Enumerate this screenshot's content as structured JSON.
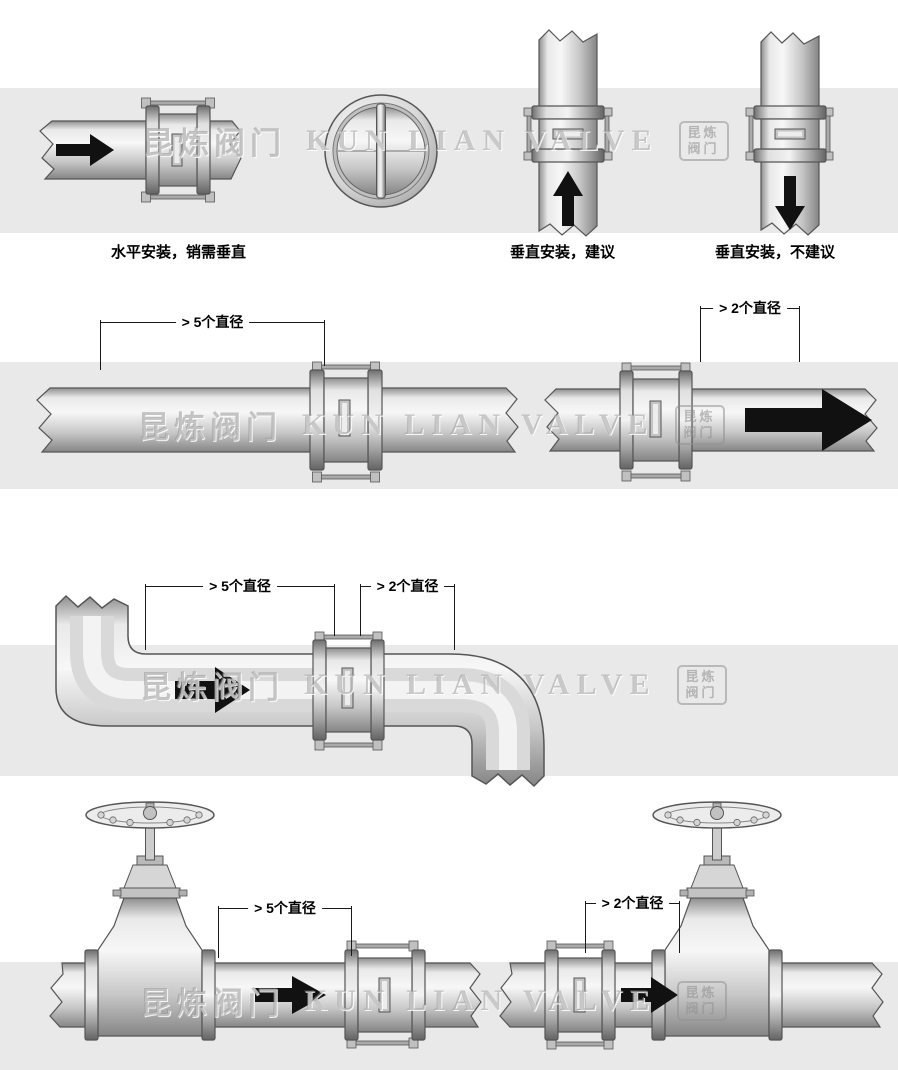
{
  "page": {
    "background_color": "#ffffff",
    "band_color": "#e9e9e9"
  },
  "watermark": {
    "cn": "昆炼阀门",
    "en": "KUN LIAN VALVE",
    "seal_chars": "昆炼阀门"
  },
  "row1": {
    "caption_horizontal": "水平安装，销需垂直",
    "caption_vertical_recommended": "垂直安装，建议",
    "caption_vertical_not_recommended": "垂直安装，不建议"
  },
  "dimensions": {
    "five_diameters": "> 5个直径",
    "two_diameters": "> 2个直径"
  }
}
